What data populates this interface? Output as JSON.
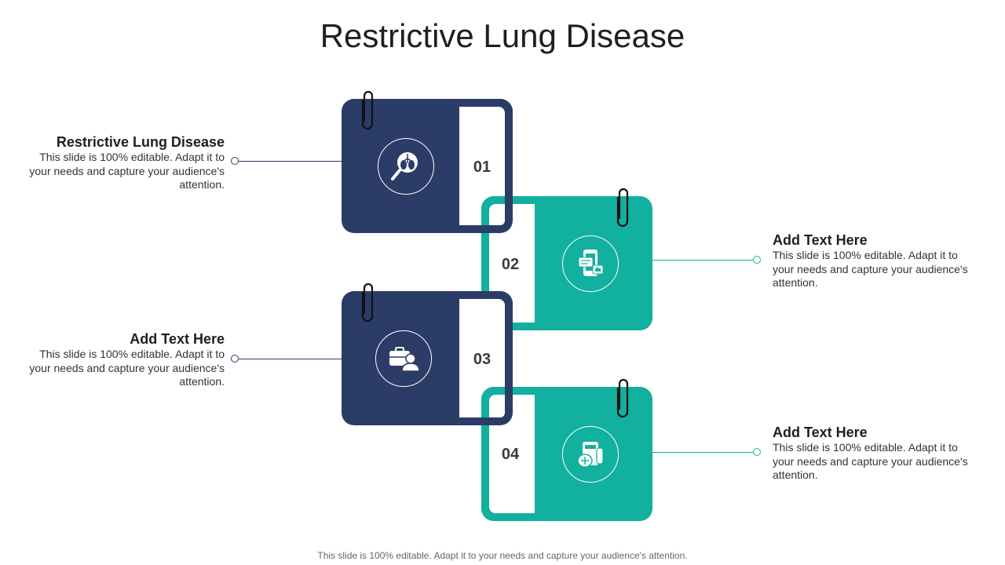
{
  "title": "Restrictive Lung Disease",
  "footer": "This slide is 100% editable. Adapt it to your needs and capture your audience's attention.",
  "colors": {
    "navy": "#2b3c67",
    "teal": "#12b09e"
  },
  "steps": [
    {
      "number": "01",
      "heading": "Restrictive Lung Disease",
      "body": "This slide is 100% editable. Adapt it to your needs and capture your audience's attention.",
      "icon": "lungs-magnifier-icon"
    },
    {
      "number": "02",
      "heading": "Add Text Here",
      "body": "This slide is 100% editable. Adapt it to your needs and capture your audience's attention.",
      "icon": "mobile-feedback-icon"
    },
    {
      "number": "03",
      "heading": "Add Text Here",
      "body": "This slide is 100% editable. Adapt it to your needs and capture your audience's attention.",
      "icon": "briefcase-person-icon"
    },
    {
      "number": "04",
      "heading": "Add Text Here",
      "body": "This slide is 100% editable. Adapt it to your needs and capture your audience's attention.",
      "icon": "inhaler-icon"
    }
  ]
}
